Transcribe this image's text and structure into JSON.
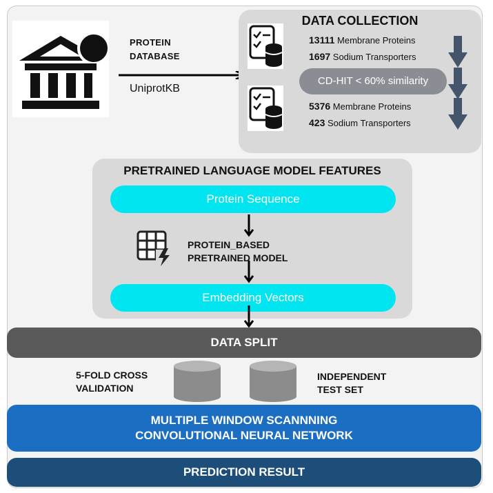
{
  "source": {
    "title_line1": "PROTEIN",
    "title_line2": "DATABASE",
    "db_name": "UniprotKB",
    "icon": "bank-database-icon"
  },
  "data_collection": {
    "title": "DATA COLLECTION",
    "before": {
      "membrane_count": "13111",
      "membrane_label": "Membrane Proteins",
      "sodium_count": "1697",
      "sodium_label": "Sodium Transporters"
    },
    "filter": "CD-HIT  < 60% similarity",
    "after": {
      "membrane_count": "5376",
      "membrane_label": "Membrane Proteins",
      "sodium_count": "423",
      "sodium_label": "Sodium Transporters"
    },
    "arrow_color": "#44546a"
  },
  "features": {
    "title": "PRETRAINED LANGUAGE MODEL FEATURES",
    "input": "Protein Sequence",
    "model_line1": "PROTEIN_BASED",
    "model_line2": "PRETRAINED MODEL",
    "output": "Embedding Vectors",
    "pill_color": "#00e5ef"
  },
  "split": {
    "title": "DATA SPLIT",
    "left_line1": "5-FOLD CROSS",
    "left_line2": "VALIDATION",
    "right_line1": "INDEPENDENT",
    "right_line2": "TEST SET"
  },
  "model": {
    "line1": "MULTIPLE WINDOW SCANNNING",
    "line2": "CONVOLUTIONAL NEURAL NETWORK",
    "color": "#1b6ec2"
  },
  "result": {
    "label": "PREDICTION RESULT",
    "color": "#1d4e7a"
  }
}
